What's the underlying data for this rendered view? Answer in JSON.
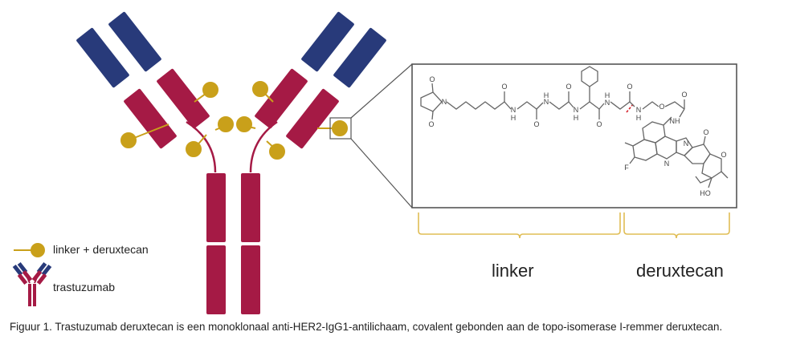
{
  "colors": {
    "heavy_chain": "#a51a45",
    "light_chain": "#283a7a",
    "linker_drug": "#c9a01a",
    "brace": "#e0bd55",
    "structure": "#666666",
    "cleavage_mark": "#d4202a"
  },
  "legend": {
    "linker_drug_label": "linker + deruxtecan",
    "antibody_label": "trastuzumab"
  },
  "structure": {
    "atoms": {
      "o1": "O",
      "o2": "O",
      "n_maleimide": "N",
      "o3": "O",
      "nh1": "N",
      "h1": "H",
      "o4": "O",
      "nh2": "N",
      "h2": "H",
      "o5": "O",
      "nh3": "N",
      "h3": "H",
      "o6": "O",
      "nh4": "N",
      "h4": "H",
      "nh5": "N",
      "h5": "H",
      "o7": "O",
      "o8": "O",
      "nh6": "NH",
      "f": "F",
      "n_ring": "N",
      "n_ring2": "N",
      "o9": "O",
      "o10": "O",
      "ho": "HO",
      "o11": "O"
    }
  },
  "braces": {
    "linker": "linker",
    "drug": "deruxtecan"
  },
  "caption": "Figuur 1. Trastuzumab deruxtecan is een monoklonaal anti-HER2-IgG1-antilichaam, covalent gebonden aan de topo-isomerase I-remmer deruxtecan."
}
